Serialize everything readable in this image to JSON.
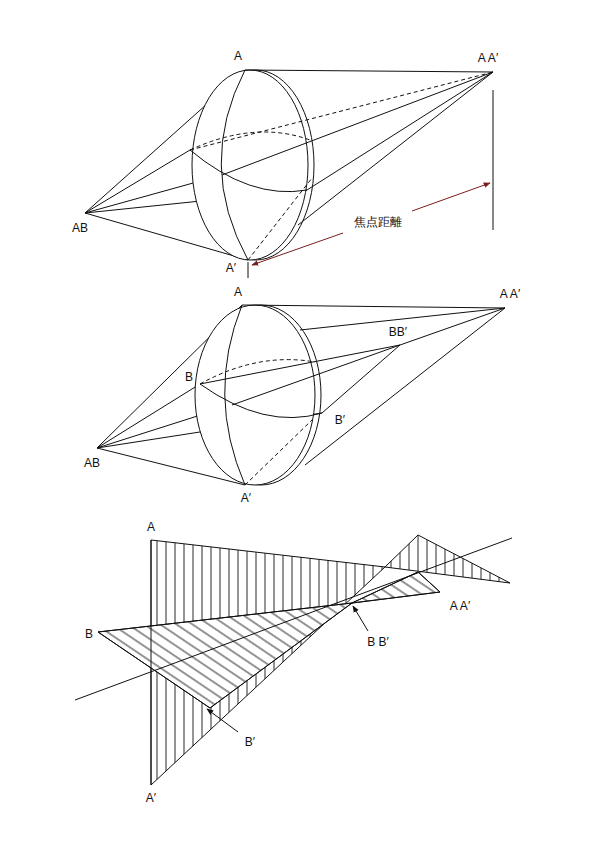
{
  "diagram": {
    "labels": [
      "A",
      "A A′",
      "AB",
      "焦点距離",
      "A′",
      "A",
      "A A′",
      "BB′",
      "B",
      "B′",
      "AB",
      "A′",
      "A",
      "B",
      "A A′",
      "B B′",
      "B′",
      "A′"
    ]
  }
}
